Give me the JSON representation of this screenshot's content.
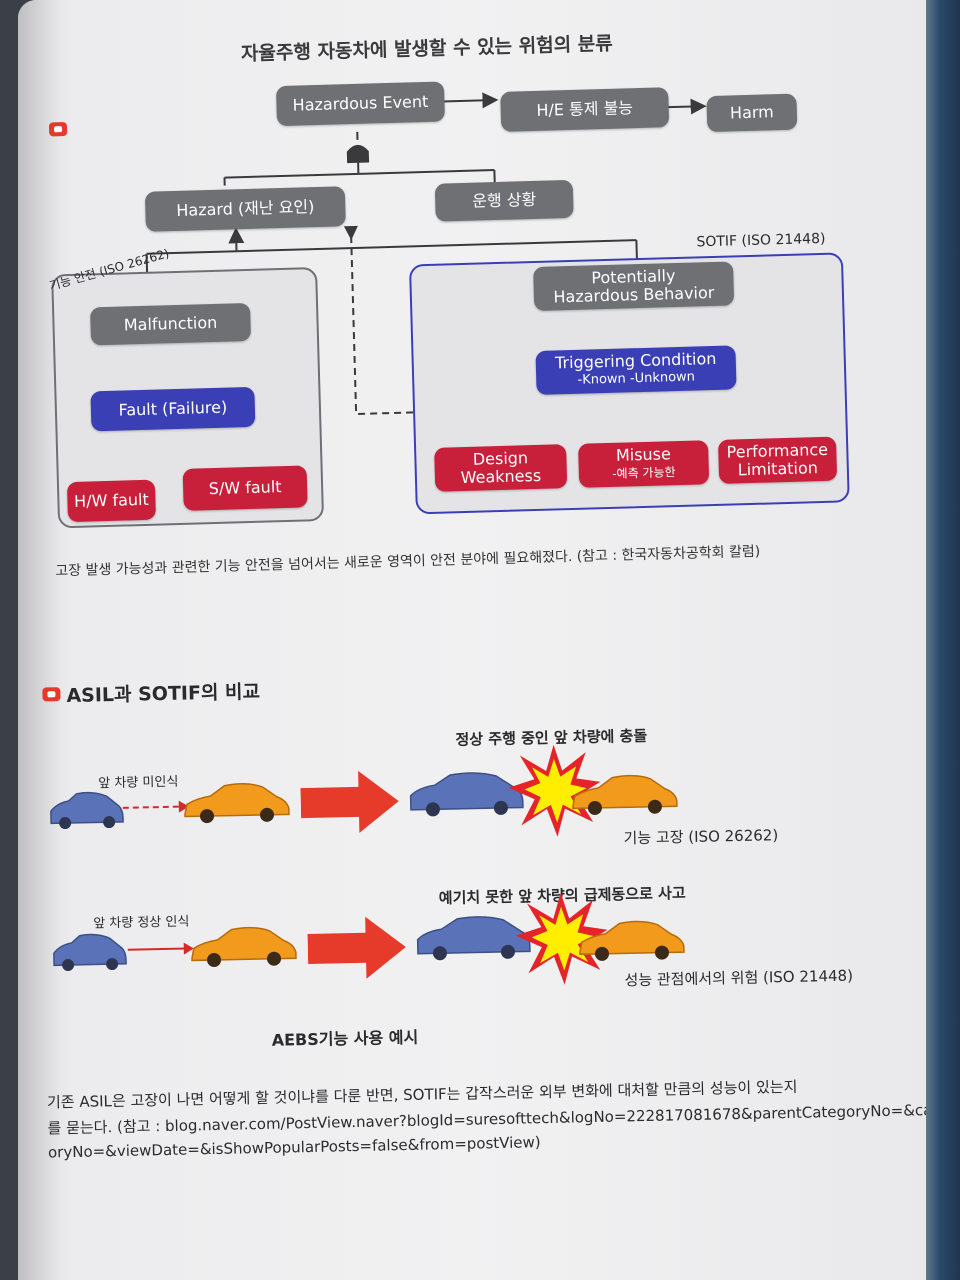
{
  "section1": {
    "title": "자율주행 자동차에 발생할 수 있는 위험의 분류",
    "nodes": {
      "hazardous_event": "Hazardous Event",
      "he_control": "H/E 통제 불능",
      "harm": "Harm",
      "hazard": "Hazard (재난 요인)",
      "driving_situation": "운행 상황",
      "malfunction": "Malfunction",
      "fault": "Fault (Failure)",
      "hw_fault": "H/W fault",
      "sw_fault": "S/W fault",
      "phb_line1": "Potentially",
      "phb_line2": "Hazardous Behavior",
      "triggering_line1": "Triggering Condition",
      "triggering_line2": "-Known  -Unknown",
      "design_line1": "Design",
      "design_line2": "Weakness",
      "misuse_line1": "Misuse",
      "misuse_line2": "-예측 가능한",
      "performance_line1": "Performance",
      "performance_line2": "Limitation"
    },
    "group_left_label": "기능 안전 (ISO 26262)",
    "group_right_label": "SOTIF (ISO 21448)",
    "caption": "고장 발생 가능성과 관련한 기능 안전을 넘어서는 새로운 영역이 안전 분야에 필요해졌다. (참고 : 한국자동차공학회 칼럼)"
  },
  "section2": {
    "title": "ASIL과 SOTIF의 비교",
    "row1_label": "앞 차량 미인식",
    "row1_heading": "정상 주행 중인 앞 차량에 충돌",
    "row1_result": "기능 고장 (ISO 26262)",
    "row2_label": "앞 차량 정상 인식",
    "row2_heading": "예기치 못한 앞 차량의 급제동으로 사고",
    "row2_result": "성능 관점에서의 위험 (ISO 21448)",
    "example_caption": "AEBS기능 사용 예시",
    "footer_line1": "기존 ASIL은 고장이 나면 어떻게 할 것이냐를 다룬 반면, SOTIF는 갑작스러운 외부 변화에 대처할 만큼의 성능이 있는지",
    "footer_line2": "를 묻는다. (참고 : blog.naver.com/PostView.naver?blogId=suresofttech&logNo=222817081678&parentCategoryNo=&categ",
    "footer_line3": "oryNo=&viewDate=&isShowPopularPosts=false&from=postView)"
  },
  "colors": {
    "gray_node": "#6f7073",
    "blue_node": "#3b3fb5",
    "red_node": "#c8203a",
    "arrow_red": "#e63a2b",
    "car_blue": "#5a73b8",
    "car_orange": "#f29a1c",
    "burst_yellow": "#ffee00",
    "burst_red": "#e5242a"
  }
}
